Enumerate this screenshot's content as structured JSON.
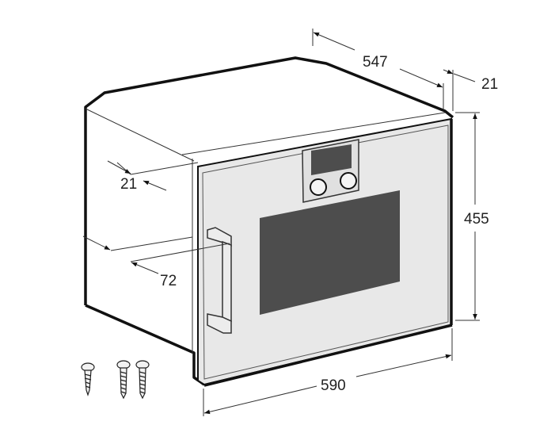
{
  "dimensions": {
    "depth": "547",
    "front_panel_top_offset": "21",
    "height": "455",
    "width": "590",
    "side_offset": "21",
    "handle_offset": "72"
  },
  "colors": {
    "door": "#e8e8e8",
    "window": "#4d4d4d",
    "outline": "#111111"
  },
  "icons": [
    "oven-icon",
    "screw-icon"
  ]
}
